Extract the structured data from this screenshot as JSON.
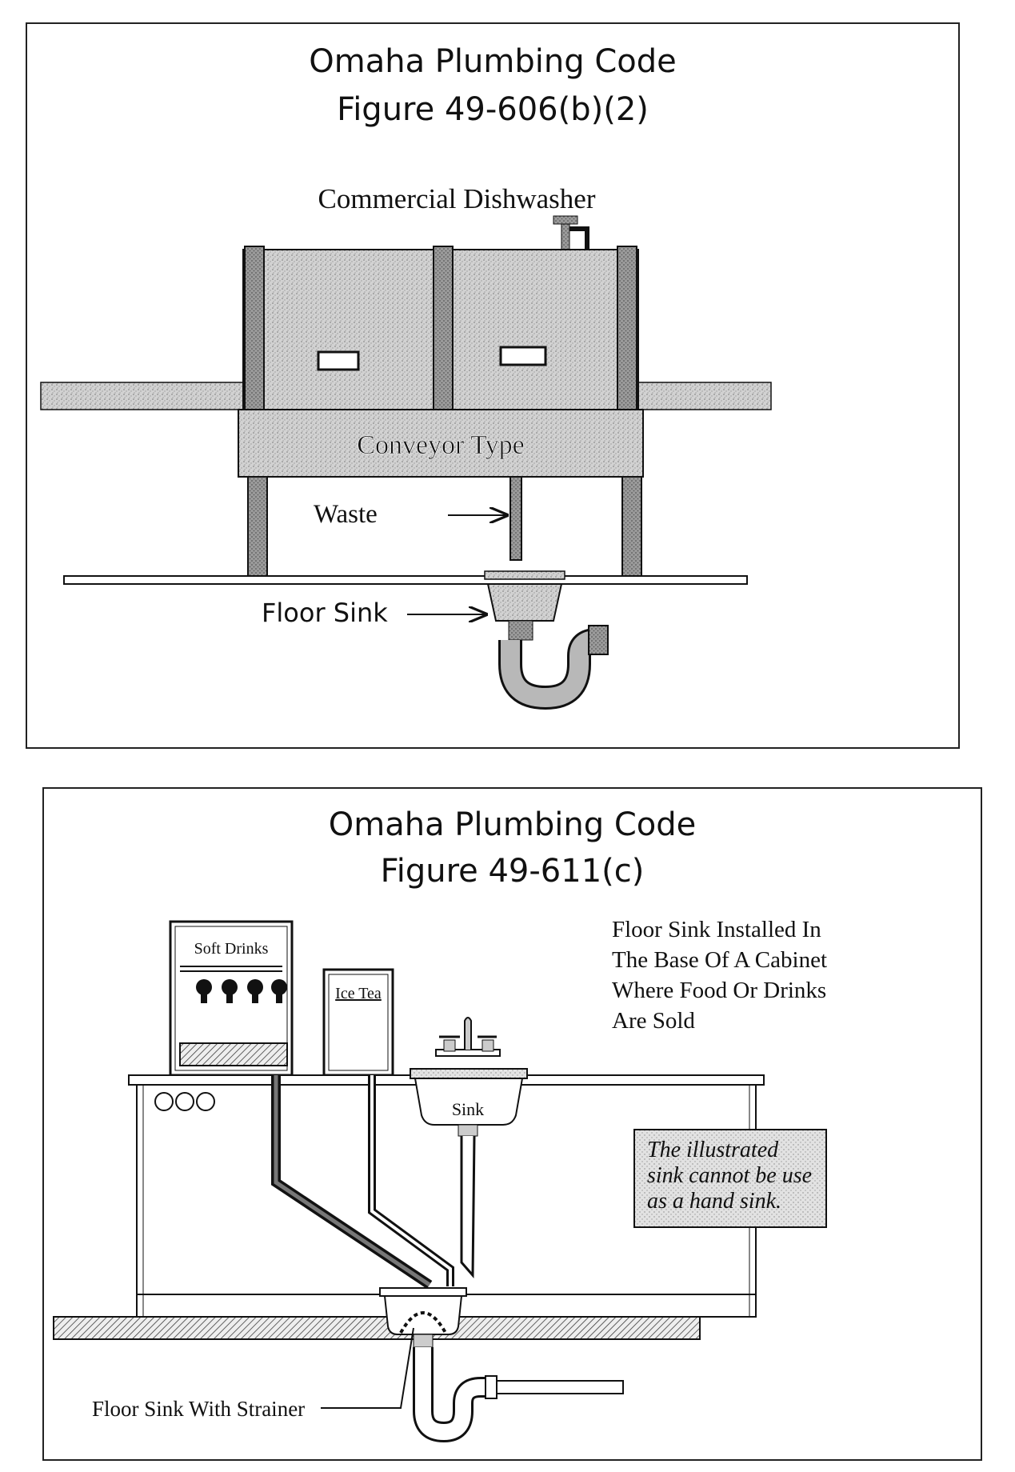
{
  "figure1": {
    "title": "Omaha Plumbing Code",
    "figure_number": "Figure 49-606(b)(2)",
    "heading": "Commercial Dishwasher",
    "body_label": "Conveyor Type",
    "waste_label": "Waste",
    "floor_sink_label": "Floor Sink"
  },
  "figure2": {
    "title": "Omaha Plumbing Code",
    "figure_number": "Figure 49-611(c)",
    "soft_drinks_label": "Soft Drinks",
    "ice_tea_label": "Ice Tea",
    "sink_label": "Sink",
    "description_lines": [
      "Floor Sink Installed In",
      "The Base Of A Cabinet",
      "Where Food Or Drinks",
      "Are Sold"
    ],
    "note_lines": [
      "The illustrated",
      "sink cannot be use",
      "as a hand sink."
    ],
    "strainer_label": "Floor Sink With Strainer"
  },
  "colors": {
    "stipple": "#c9c9c9",
    "outline": "#111111",
    "note_background": "#dcdcdc"
  }
}
